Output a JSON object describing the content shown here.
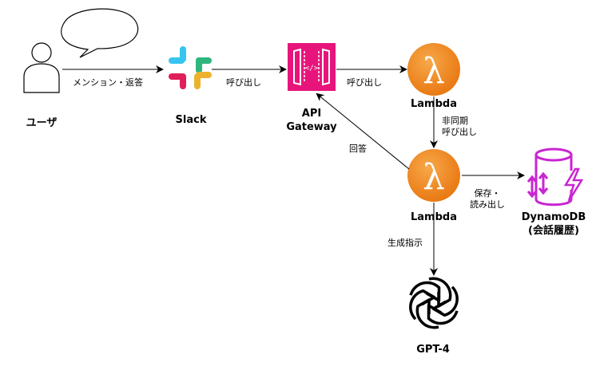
{
  "nodes": {
    "user": {
      "label": "ユーザ"
    },
    "slack": {
      "label": "Slack"
    },
    "api_gateway": {
      "label_line1": "API",
      "label_line2": "Gateway"
    },
    "lambda_top": {
      "label": "Lambda"
    },
    "lambda_bottom": {
      "label": "Lambda"
    },
    "dynamodb": {
      "label_line1": "DynamoDB",
      "label_line2": "(会話履歴)"
    },
    "gpt": {
      "label": "GPT-4"
    }
  },
  "edges": {
    "user_slack": "メンション・返答",
    "slack_api": "呼び出し",
    "api_lambda": "呼び出し",
    "lambda_lambda_line1": "非同期",
    "lambda_lambda_line2": "呼び出し",
    "lambda_api": "回答",
    "lambda_dynamo_line1": "保存・",
    "lambda_dynamo_line2": "読み出し",
    "lambda_gpt": "生成指示"
  },
  "colors": {
    "lambda": "#ED7100",
    "api_gateway": "#E7157B",
    "dynamodb": "#C925D1",
    "slack_blue": "#36C5F0",
    "slack_green": "#2EB67D",
    "slack_yellow": "#ECB22E",
    "slack_red": "#E01E5A"
  }
}
